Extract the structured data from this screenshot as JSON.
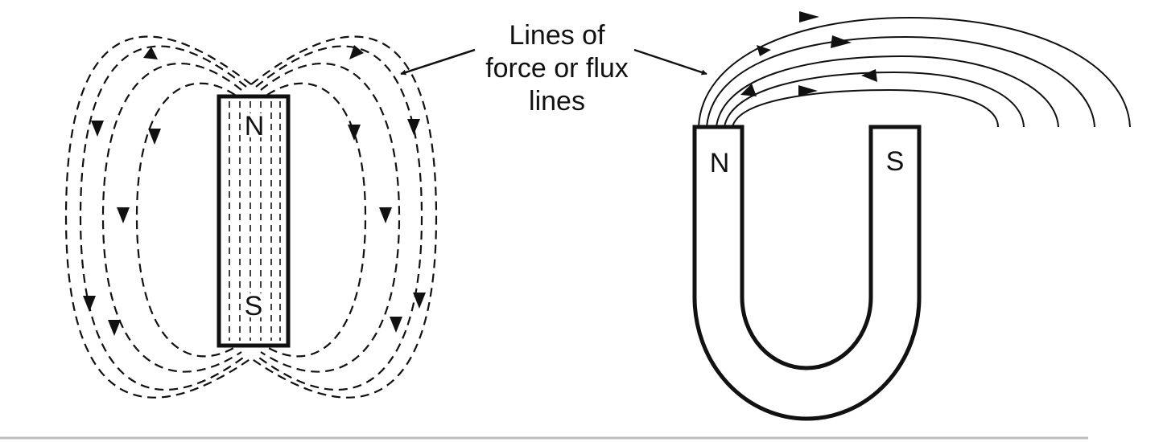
{
  "diagram": {
    "caption": {
      "line1": "Lines of",
      "line2": "force or flux",
      "line3": "lines"
    },
    "bar_magnet": {
      "north_label": "N",
      "south_label": "S"
    },
    "horseshoe_magnet": {
      "north_label": "N",
      "south_label": "S"
    },
    "colors": {
      "stroke": "#111111",
      "background": "#ffffff",
      "baseline": "#bdbdbd"
    }
  }
}
